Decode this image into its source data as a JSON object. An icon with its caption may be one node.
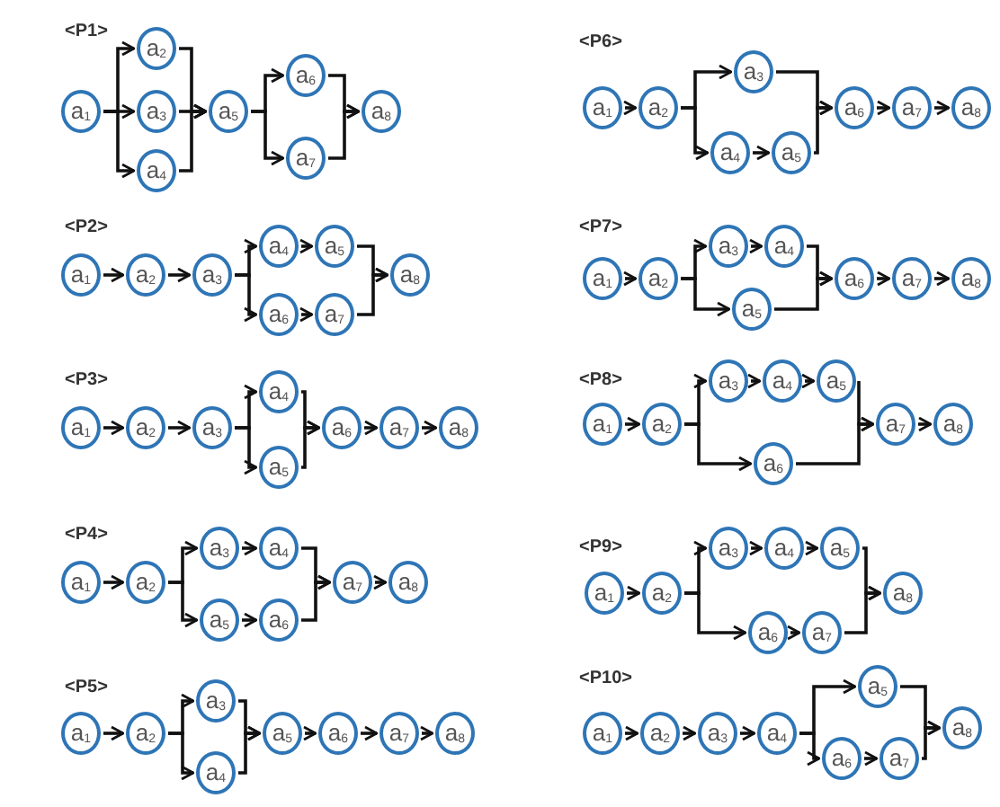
{
  "diagram": {
    "nodes": [
      {
        "text": [
          "a$_{1}$"
        ]
      },
      {
        "text": [
          "a$_{2}$"
        ]
      },
      {
        "text": [
          "a$_{3}$"
        ]
      },
      {
        "text": [
          "a$_{4}$"
        ]
      },
      {
        "text": [
          "a$_{5}$"
        ]
      },
      {
        "text": [
          "a$_{6}$"
        ]
      },
      {
        "text": [
          "a$_{7}$"
        ]
      },
      {
        "text": [
          "a$_{8}$"
        ]
      },
      {
        "text": [
          "a$_{1}$"
        ]
      },
      {
        "text": [
          "a$_{2}$"
        ]
      },
      {
        "text": [
          "a$_{3}$"
        ]
      },
      {
        "text": [
          "a$_{4}$"
        ]
      },
      {
        "text": [
          "a$_{5}$"
        ]
      },
      {
        "text": [
          "a$_{6}$"
        ]
      },
      {
        "text": [
          "a$_{7}$"
        ]
      },
      {
        "text": [
          "a$_{8}$"
        ]
      },
      {
        "text": [
          "a$_{1}$"
        ]
      },
      {
        "text": [
          "a$_{2}$"
        ]
      },
      {
        "text": [
          "a$_{3}$"
        ]
      },
      {
        "text": [
          "a$_{4}$"
        ]
      },
      {
        "text": [
          "a$_{5}$"
        ]
      },
      {
        "text": [
          "a$_{6}$"
        ]
      },
      {
        "text": [
          "a$_{7}$"
        ]
      },
      {
        "text": [
          "a$_{8}$"
        ]
      },
      {
        "text": [
          "a$_{1}$"
        ]
      },
      {
        "text": [
          "a$_{2}$"
        ]
      },
      {
        "text": [
          "a$_{3}$"
        ]
      },
      {
        "text": [
          "a$_{4}$"
        ]
      },
      {
        "text": [
          "a$_{5}$"
        ]
      },
      {
        "text": [
          "a$_{6}$"
        ]
      },
      {
        "text": [
          "a$_{7}$"
        ]
      },
      {
        "text": [
          "a$_{8}$"
        ]
      },
      {
        "text": [
          "a$_{1}$"
        ]
      },
      {
        "text": [
          "a$_{2}$"
        ]
      },
      {
        "text": [
          "a$_{3}$"
        ]
      },
      {
        "text": [
          "a$_{4}$"
        ]
      },
      {
        "text": [
          "a$_{5}$"
        ]
      },
      {
        "text": [
          "a$_{6}$"
        ]
      },
      {
        "text": [
          "a$_{7}$"
        ]
      },
      {
        "text": [
          "a$_{8}$"
        ]
      },
      {
        "text": [
          "a$_{1}$"
        ]
      },
      {
        "text": [
          "a$_{2}$"
        ]
      },
      {
        "text": [
          "a$_{3}$"
        ]
      },
      {
        "text": [
          "a$_{4}$"
        ]
      },
      {
        "text": [
          "a$_{5}$"
        ]
      },
      {
        "text": [
          "a$_{6}$"
        ]
      },
      {
        "text": [
          "a$_{7}$"
        ]
      },
      {
        "text": [
          "a$_{8}$"
        ]
      },
      {
        "text": [
          "a$_{1}$"
        ]
      },
      {
        "text": [
          "a$_{2}$"
        ]
      },
      {
        "text": [
          "a$_{3}$"
        ]
      },
      {
        "text": [
          "a$_{4}$"
        ]
      },
      {
        "text": [
          "a$_{5}$"
        ]
      },
      {
        "text": [
          "a$_{6}$"
        ]
      },
      {
        "text": [
          "a$_{7}$"
        ]
      },
      {
        "text": [
          "a$_{8}$"
        ]
      },
      {
        "text": [
          "a$_{1}$"
        ]
      },
      {
        "text": [
          "a$_{2}$"
        ]
      },
      {
        "text": [
          "a$_{3}$"
        ]
      },
      {
        "text": [
          "a$_{4}$"
        ]
      },
      {
        "text": [
          "a$_{5}$"
        ]
      },
      {
        "text": [
          "a$_{6}$"
        ]
      },
      {
        "text": [
          "a$_{7}$"
        ]
      },
      {
        "text": [
          "a$_{8}$"
        ]
      },
      {
        "text": [
          "a$_{1}$"
        ]
      },
      {
        "text": [
          "a$_{2}$"
        ]
      },
      {
        "text": [
          "a$_{3}$"
        ]
      },
      {
        "text": [
          "a$_{4}$"
        ]
      },
      {
        "text": [
          "a$_{5}$"
        ]
      },
      {
        "text": [
          "a$_{6}$"
        ]
      },
      {
        "text": [
          "a$_{7}$"
        ]
      },
      {
        "text": [
          "a$_{8}$"
        ]
      },
      {
        "text": [
          "a$_{1}$"
        ]
      },
      {
        "text": [
          "a$_{2}$"
        ]
      },
      {
        "text": [
          "a$_{3}$"
        ]
      },
      {
        "text": [
          "a$_{4}$"
        ]
      },
      {
        "text": [
          "a$_{5}$"
        ]
      },
      {
        "text": [
          "a$_{6}$"
        ]
      },
      {
        "text": [
          "a$_{7}$"
        ]
      },
      {
        "text": [
          "a$_{8}$"
        ]
      }
    ],
    "edges": [
      {
        "from": 0,
        "to": 1,
        "arrow": "to"
      },
      {
        "from": 0,
        "to": 2,
        "arrow": "to"
      },
      {
        "from": 0,
        "to": 3,
        "arrow": "to"
      },
      {
        "from": 1,
        "to": 4,
        "arrow": "to"
      },
      {
        "from": 2,
        "to": 4,
        "arrow": "to"
      },
      {
        "from": 3,
        "to": 4,
        "arrow": "to"
      },
      {
        "from": 4,
        "to": 5,
        "arrow": "to"
      },
      {
        "from": 4,
        "to": 6,
        "arrow": "to"
      },
      {
        "from": 5,
        "to": 7,
        "arrow": "to"
      },
      {
        "from": 6,
        "to": 7,
        "arrow": "to"
      },
      {
        "from": 8,
        "to": 9,
        "arrow": "to"
      },
      {
        "from": 9,
        "to": 10,
        "arrow": "to"
      },
      {
        "from": 10,
        "to": 11,
        "arrow": "to"
      },
      {
        "from": 10,
        "to": 13,
        "arrow": "to"
      },
      {
        "from": 11,
        "to": 12,
        "arrow": "to"
      },
      {
        "from": 13,
        "to": 14,
        "arrow": "to"
      },
      {
        "from": 12,
        "to": 15,
        "arrow": "to"
      },
      {
        "from": 14,
        "to": 15,
        "arrow": "to"
      },
      {
        "from": 16,
        "to": 17,
        "arrow": "to"
      },
      {
        "from": 17,
        "to": 18,
        "arrow": "to"
      },
      {
        "from": 18,
        "to": 19,
        "arrow": "to"
      },
      {
        "from": 18,
        "to": 20,
        "arrow": "to"
      },
      {
        "from": 19,
        "to": 21,
        "arrow": "to"
      },
      {
        "from": 20,
        "to": 21,
        "arrow": "to"
      },
      {
        "from": 21,
        "to": 22,
        "arrow": "to"
      },
      {
        "from": 22,
        "to": 23,
        "arrow": "to"
      },
      {
        "from": 24,
        "to": 25,
        "arrow": "to"
      },
      {
        "from": 25,
        "to": 26,
        "arrow": "to"
      },
      {
        "from": 25,
        "to": 28,
        "arrow": "to"
      },
      {
        "from": 26,
        "to": 27,
        "arrow": "to"
      },
      {
        "from": 28,
        "to": 29,
        "arrow": "to"
      },
      {
        "from": 27,
        "to": 30,
        "arrow": "to"
      },
      {
        "from": 29,
        "to": 30,
        "arrow": "to"
      },
      {
        "from": 30,
        "to": 31,
        "arrow": "to"
      },
      {
        "from": 32,
        "to": 33,
        "arrow": "to"
      },
      {
        "from": 33,
        "to": 34,
        "arrow": "to"
      },
      {
        "from": 33,
        "to": 35,
        "arrow": "to"
      },
      {
        "from": 34,
        "to": 36,
        "arrow": "to"
      },
      {
        "from": 35,
        "to": 36,
        "arrow": "to"
      },
      {
        "from": 36,
        "to": 37,
        "arrow": "to"
      },
      {
        "from": 37,
        "to": 38,
        "arrow": "to"
      },
      {
        "from": 38,
        "to": 39,
        "arrow": "to"
      },
      {
        "from": 40,
        "to": 41,
        "arrow": "to"
      },
      {
        "from": 41,
        "to": 42,
        "arrow": "to"
      },
      {
        "from": 41,
        "to": 43,
        "arrow": "to"
      },
      {
        "from": 43,
        "to": 44,
        "arrow": "to"
      },
      {
        "from": 42,
        "to": 45,
        "arrow": "to"
      },
      {
        "from": 44,
        "to": 45,
        "arrow": "to"
      },
      {
        "from": 45,
        "to": 46,
        "arrow": "to"
      },
      {
        "from": 46,
        "to": 47,
        "arrow": "to"
      },
      {
        "from": 48,
        "to": 49,
        "arrow": "to"
      },
      {
        "from": 49,
        "to": 50,
        "arrow": "to"
      },
      {
        "from": 49,
        "to": 52,
        "arrow": "to"
      },
      {
        "from": 50,
        "to": 51,
        "arrow": "to"
      },
      {
        "from": 51,
        "to": 53,
        "arrow": "to"
      },
      {
        "from": 52,
        "to": 53,
        "arrow": "to"
      },
      {
        "from": 53,
        "to": 54,
        "arrow": "to"
      },
      {
        "from": 54,
        "to": 55,
        "arrow": "to"
      },
      {
        "from": 56,
        "to": 57,
        "arrow": "to"
      },
      {
        "from": 57,
        "to": 58,
        "arrow": "to"
      },
      {
        "from": 57,
        "to": 61,
        "arrow": "to"
      },
      {
        "from": 58,
        "to": 59,
        "arrow": "to"
      },
      {
        "from": 59,
        "to": 60,
        "arrow": "to"
      },
      {
        "from": 60,
        "to": 62,
        "arrow": "to"
      },
      {
        "from": 61,
        "to": 62,
        "arrow": "to"
      },
      {
        "from": 62,
        "to": 63,
        "arrow": "to"
      },
      {
        "from": 64,
        "to": 65,
        "arrow": "to"
      },
      {
        "from": 65,
        "to": 66,
        "arrow": "to"
      },
      {
        "from": 65,
        "to": 69,
        "arrow": "to"
      },
      {
        "from": 66,
        "to": 67,
        "arrow": "to"
      },
      {
        "from": 67,
        "to": 68,
        "arrow": "to"
      },
      {
        "from": 69,
        "to": 70,
        "arrow": "to"
      },
      {
        "from": 68,
        "to": 71,
        "arrow": "to"
      },
      {
        "from": 70,
        "to": 71,
        "arrow": "to"
      },
      {
        "from": 72,
        "to": 73,
        "arrow": "to"
      },
      {
        "from": 73,
        "to": 74,
        "arrow": "to"
      },
      {
        "from": 74,
        "to": 75,
        "arrow": "to"
      },
      {
        "from": 75,
        "to": 76,
        "arrow": "to"
      },
      {
        "from": 75,
        "to": 77,
        "arrow": "to"
      },
      {
        "from": 77,
        "to": 78,
        "arrow": "to"
      },
      {
        "from": 76,
        "to": 79,
        "arrow": "to"
      },
      {
        "from": 78,
        "to": 79,
        "arrow": "to"
      }
    ],
    "labels": [
      "<P1>",
      "<P6>",
      "<P2>",
      "<P7>",
      "<P3>",
      "<P8>",
      "<P4>",
      "<P9>",
      "<P5>",
      "<P10>"
    ]
  }
}
